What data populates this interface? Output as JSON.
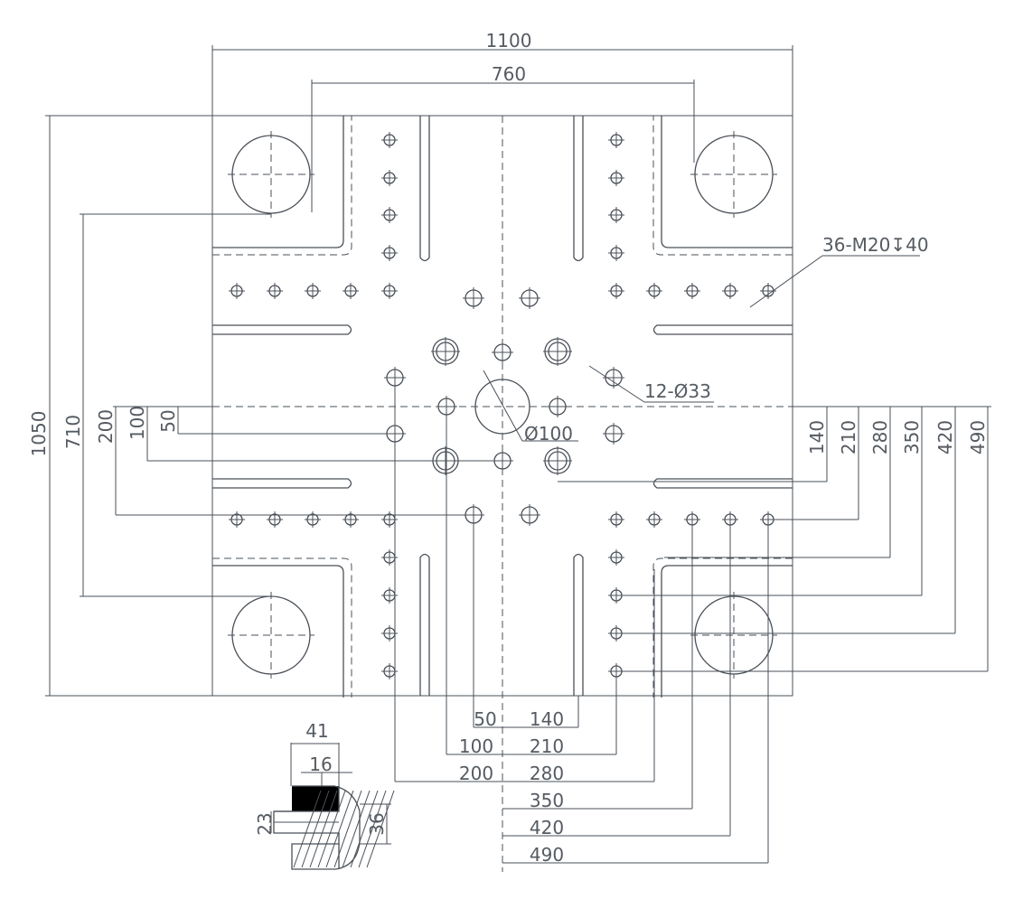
{
  "drawing": {
    "overall_width": "1100",
    "tie_bar_spacing_h": "760",
    "overall_height": "1050",
    "tie_bar_spacing_v": "710",
    "left_dims": [
      "200",
      "100",
      "50"
    ],
    "right_dims": [
      "140",
      "210",
      "280",
      "350",
      "420",
      "490"
    ],
    "bottom_left_dims": [
      "50",
      "100",
      "200"
    ],
    "bottom_right_dims": [
      "140",
      "210",
      "280",
      "350",
      "420",
      "490"
    ],
    "tapped_holes_note": "36-M20↧40",
    "through_holes_note": "12-Ø33",
    "center_hole_note": "Ø100",
    "slot_section": {
      "width": "41",
      "neck": "16",
      "neck_height": "23",
      "head_height": "36"
    }
  },
  "colors": {
    "line": "#4a5058",
    "text": "#555b62"
  }
}
